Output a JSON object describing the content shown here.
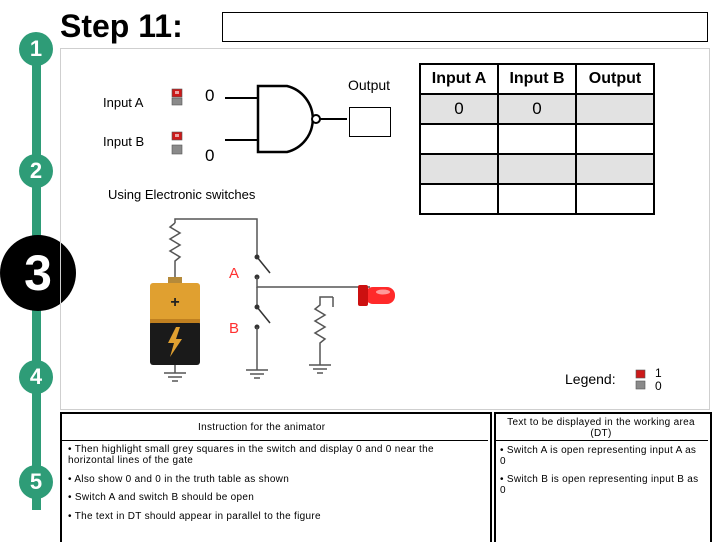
{
  "steps": [
    "1",
    "2",
    "3",
    "4",
    "5"
  ],
  "title": "Step 11:",
  "gate": {
    "input_a_label": "Input A",
    "input_b_label": "Input B",
    "input_a_value": "0",
    "input_b_value": "0",
    "output_label": "Output"
  },
  "truth_table": {
    "headers": [
      "Input A",
      "Input B",
      "Output"
    ],
    "rows": [
      [
        "0",
        "0",
        ""
      ],
      [
        "",
        "",
        ""
      ],
      [
        "",
        "",
        ""
      ],
      [
        "",
        "",
        ""
      ]
    ]
  },
  "circuit": {
    "caption": "Using Electronic switches",
    "switch_a": "A",
    "switch_b": "B"
  },
  "legend": {
    "label": "Legend:",
    "on_value": "1",
    "off_value": "0"
  },
  "instructions": {
    "title": "Instruction for the animator",
    "items": [
      "Then highlight small grey squares in the switch and display 0 and 0 near the horizontal lines of the gate",
      "Also show 0 and 0 in the truth table as shown",
      "Switch A and switch B should be open"
    ],
    "note": "The text in DT should appear  in parallel to the figure"
  },
  "dt": {
    "title": "Text to be displayed in the working area (DT)",
    "items": [
      "Switch A is open representing input A as 0",
      "Switch B is open representing input B as 0"
    ]
  },
  "colors": {
    "accent": "#2e9c77",
    "led": "#ff2a2a",
    "switch_red": "#cc1a1a",
    "switch_grey": "#8a8a8a",
    "battery_gold": "#e0a030"
  }
}
